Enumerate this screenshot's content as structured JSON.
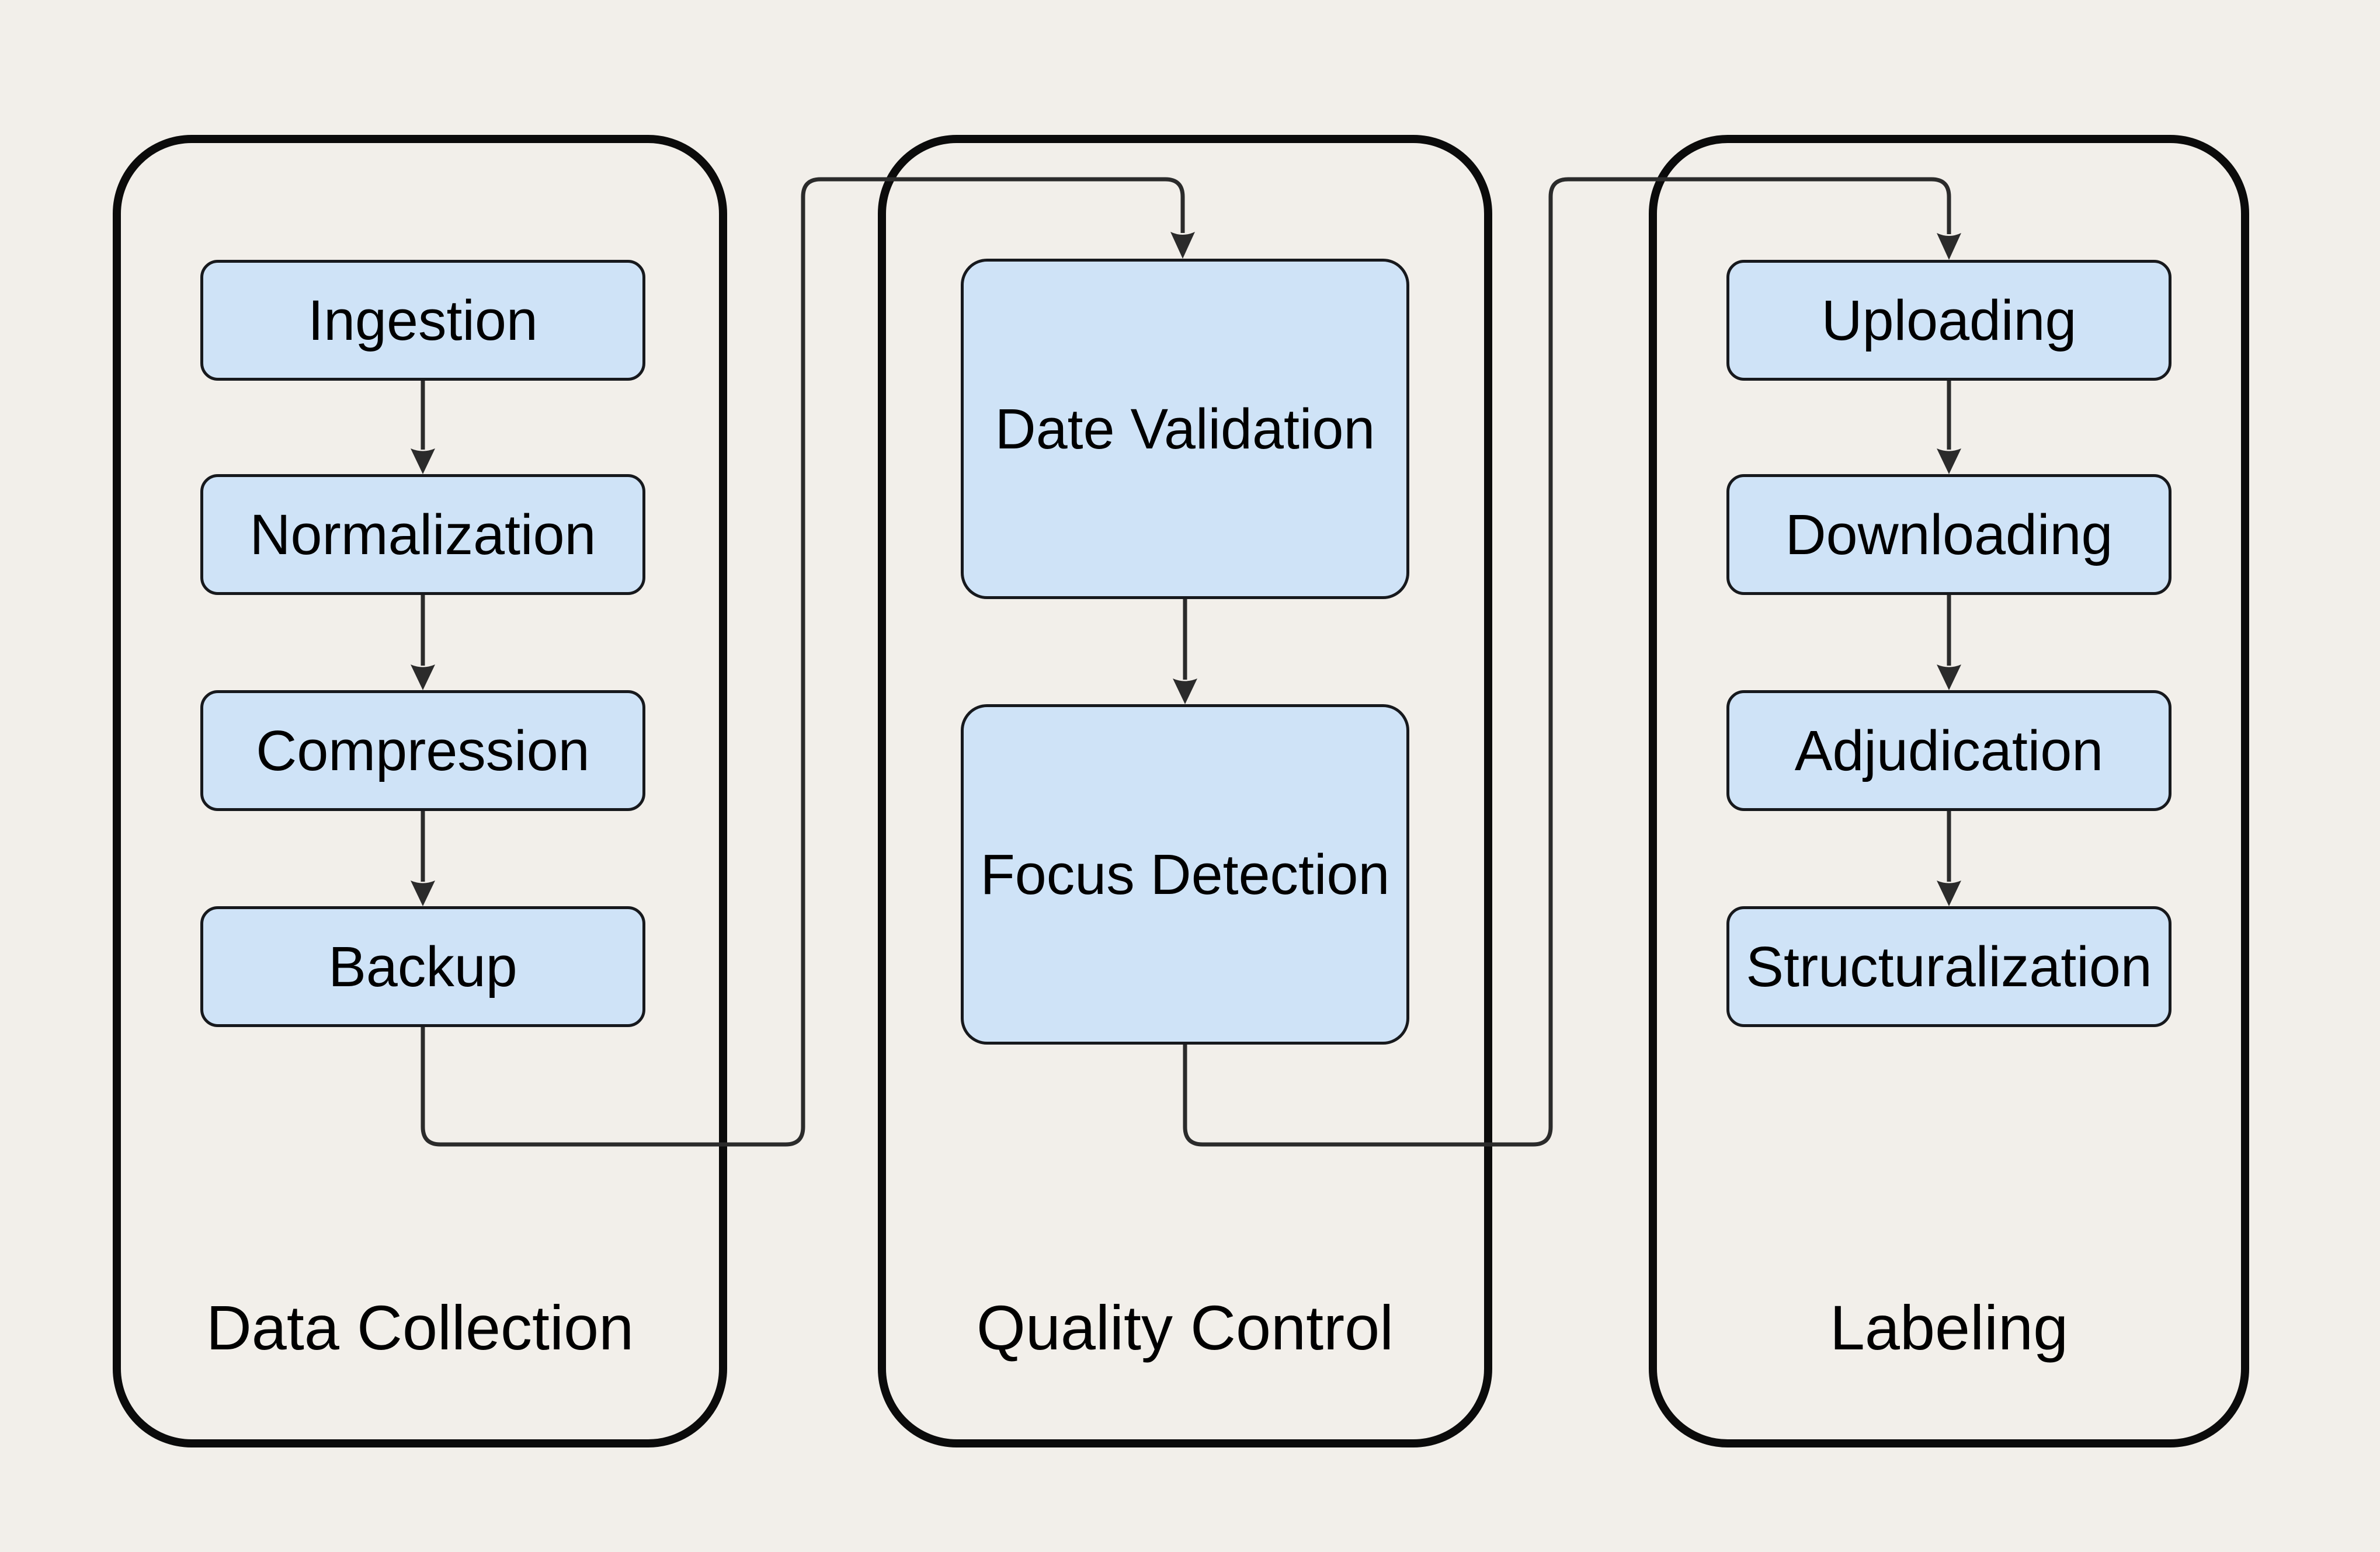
{
  "diagram": {
    "type": "flowchart",
    "background_color": "#f2efea",
    "node_fill_color": "#cfe3f7",
    "node_border_color": "#17191d",
    "group_border_color": "#0b0b0b",
    "connector_color": "#2b2b2b",
    "text_color": "#000000",
    "groups": [
      {
        "title": "Data Collection",
        "nodes": [
          {
            "label": "Ingestion"
          },
          {
            "label": "Normalization"
          },
          {
            "label": "Compression"
          },
          {
            "label": "Backup"
          }
        ]
      },
      {
        "title": "Quality Control",
        "nodes": [
          {
            "label": "Date Validation"
          },
          {
            "label": "Focus Detection"
          }
        ]
      },
      {
        "title": "Labeling",
        "nodes": [
          {
            "label": "Uploading"
          },
          {
            "label": "Downloading"
          },
          {
            "label": "Adjudication"
          },
          {
            "label": "Structuralization"
          }
        ]
      }
    ],
    "edges": [
      {
        "from": "Ingestion",
        "to": "Normalization"
      },
      {
        "from": "Normalization",
        "to": "Compression"
      },
      {
        "from": "Compression",
        "to": "Backup"
      },
      {
        "from": "Backup",
        "to": "Date Validation"
      },
      {
        "from": "Date Validation",
        "to": "Focus Detection"
      },
      {
        "from": "Focus Detection",
        "to": "Uploading"
      },
      {
        "from": "Uploading",
        "to": "Downloading"
      },
      {
        "from": "Downloading",
        "to": "Adjudication"
      },
      {
        "from": "Adjudication",
        "to": "Structuralization"
      }
    ]
  }
}
